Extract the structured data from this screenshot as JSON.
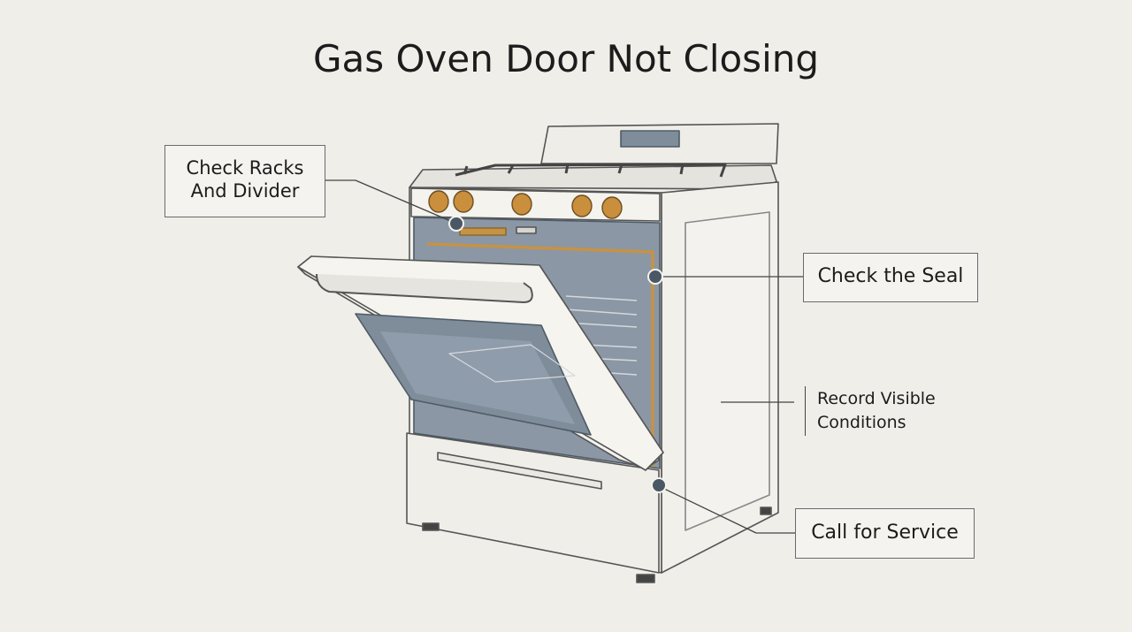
{
  "title": "Gas Oven Door Not Closing",
  "callouts": {
    "racks": "Check Racks\nAnd Divider",
    "seal": "Check the Seal",
    "record": "Record Visible\nConditions",
    "service": "Call for Service"
  },
  "colors": {
    "background": "#efeee9",
    "appliance_body": "#f2f1ec",
    "outline": "#555555",
    "cavity": "#8b97a5",
    "knob": "#c98f3c",
    "seal": "#c69344",
    "marker": "#4a5866"
  },
  "icons": [
    "gas-range-illustration",
    "burner-grate-icon",
    "control-knob-icon",
    "oven-rack-icon",
    "callout-marker-icon"
  ]
}
